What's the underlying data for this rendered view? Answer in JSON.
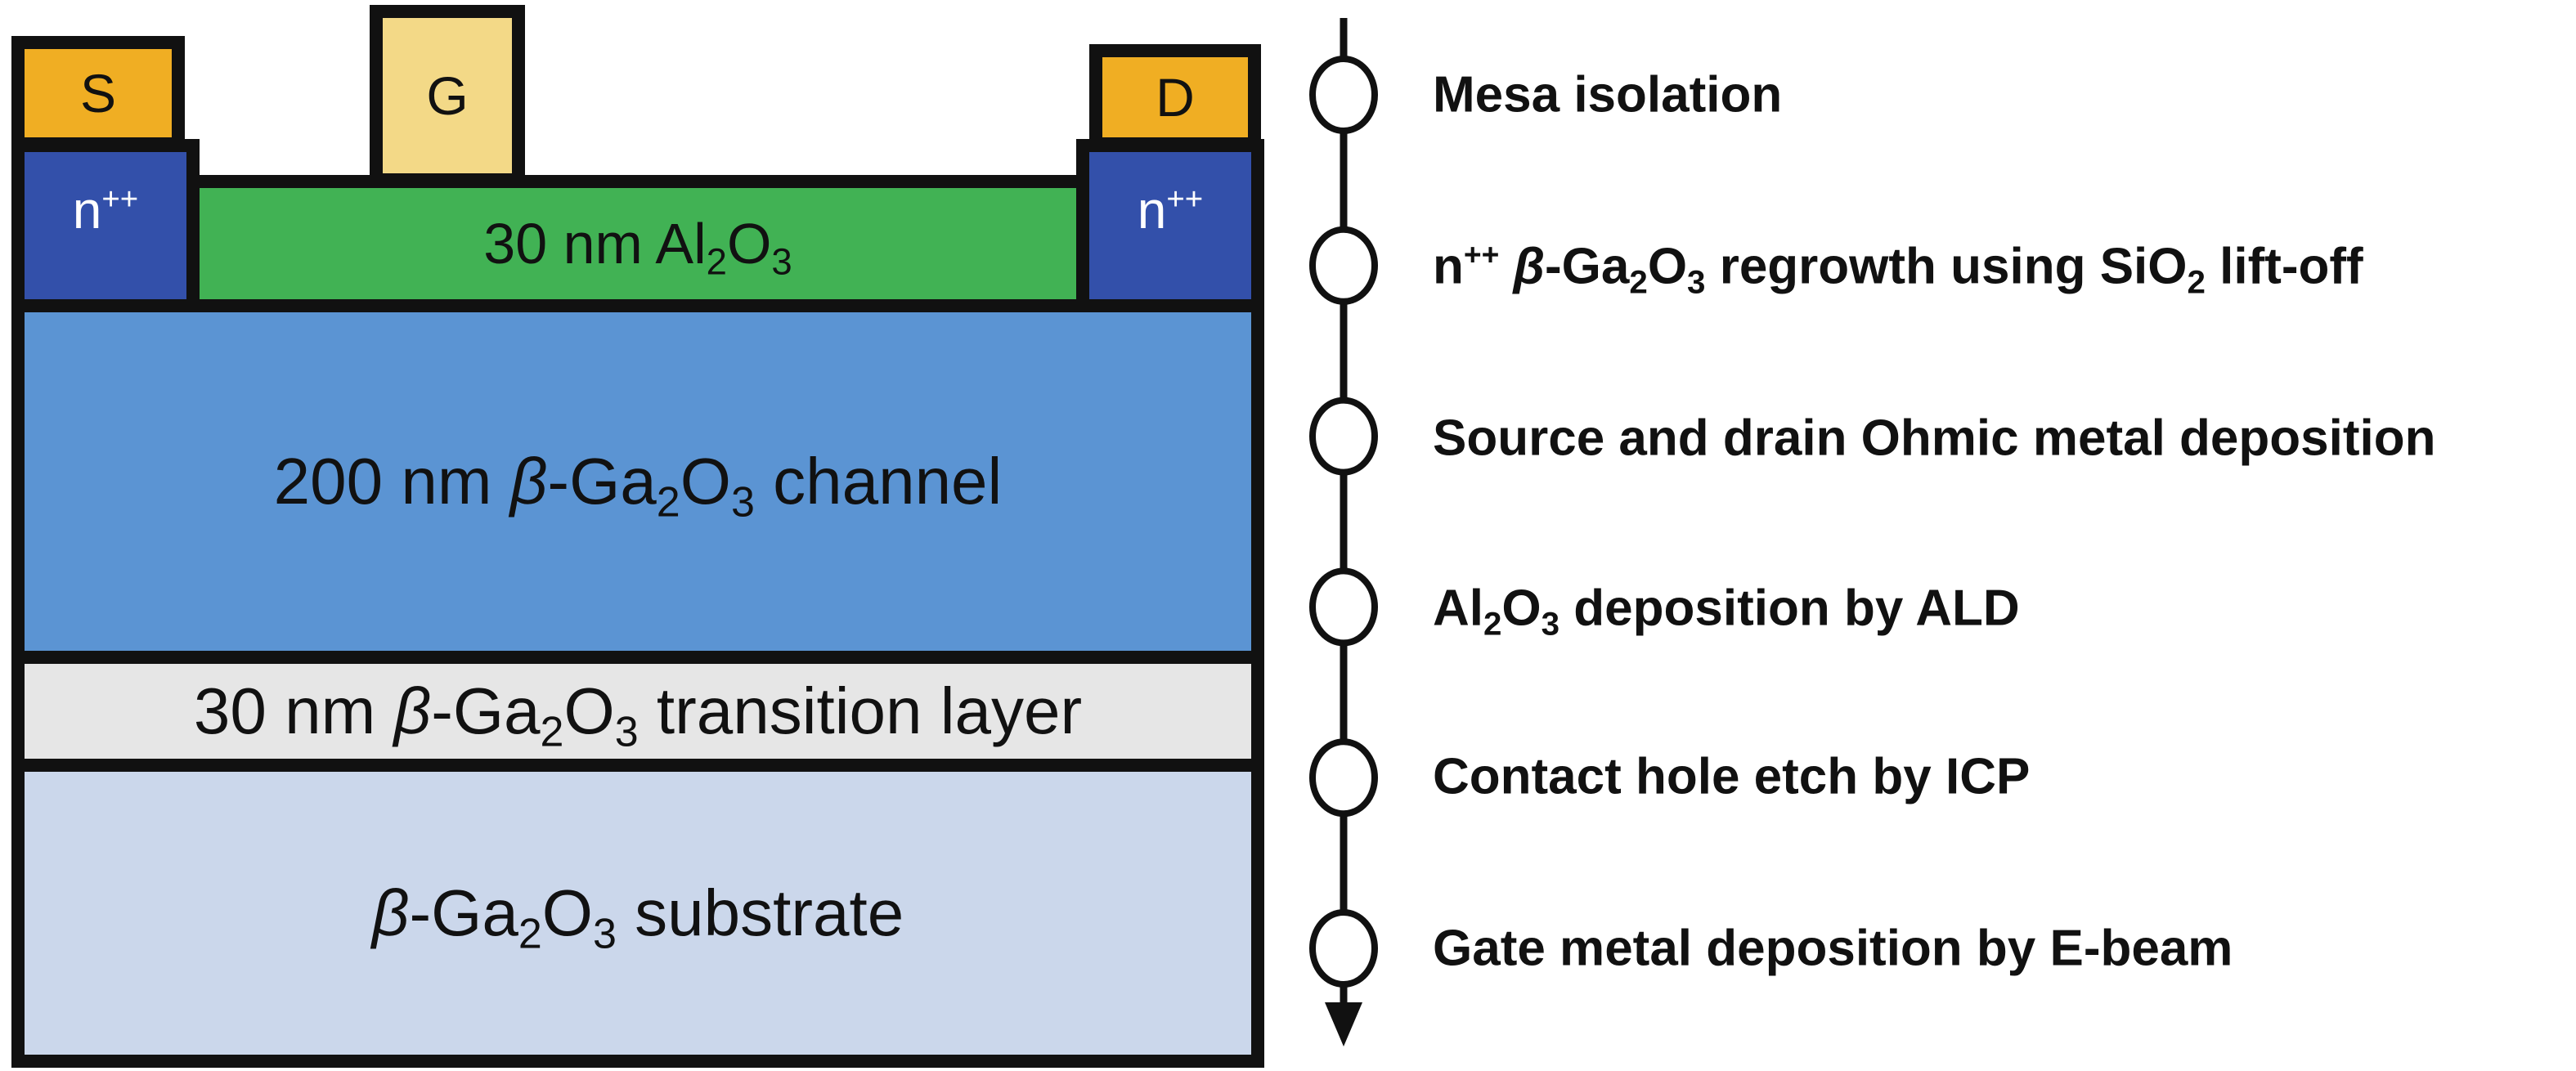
{
  "figure": {
    "device_cross_section": {
      "contacts": {
        "source": "S",
        "gate": "G",
        "drain": "D"
      },
      "regrowth_regions": {
        "left": {
          "base": "n",
          "superscript": "++"
        },
        "right": {
          "base": "n",
          "superscript": "++"
        }
      },
      "layers": {
        "gate_oxide": {
          "prefix": "30 nm Al",
          "sub1": "2",
          "mid": "O",
          "sub2": "3",
          "suffix": ""
        },
        "channel": {
          "prefix": "200 nm ",
          "beta": "β",
          "mid": "-Ga",
          "sub1": "2",
          "o": "O",
          "sub2": "3",
          "suffix": " channel"
        },
        "transition": {
          "prefix": "30 nm ",
          "beta": "β",
          "mid": "-Ga",
          "sub1": "2",
          "o": "O",
          "sub2": "3",
          "suffix": " transition layer"
        },
        "substrate": {
          "prefix": "",
          "beta": "β",
          "mid": "-Ga",
          "sub1": "2",
          "o": "O",
          "sub2": "3",
          "suffix": " substrate"
        }
      },
      "colors": {
        "source_drain_metal": "#f0ae23",
        "gate_metal": "#f3d987",
        "n_plus_plus": "#3350aa",
        "al2o3": "#41b254",
        "channel": "#5b94d3",
        "transition": "#e6e6e6",
        "substrate": "#cbd7eb",
        "outline": "#111111"
      }
    },
    "process_flow": {
      "steps": [
        {
          "text": "Mesa isolation"
        },
        {
          "n": "n",
          "sup": "++",
          "beta": "β",
          "a": "-Ga",
          "s1": "2",
          "b": "O",
          "s2": "3",
          "c": " regrowth using SiO",
          "s3": "2",
          "d": " lift-off"
        },
        {
          "text": "Source and drain Ohmic metal deposition"
        },
        {
          "a": "Al",
          "s1": "2",
          "b": "O",
          "s2": "3",
          "c": " deposition by ALD"
        },
        {
          "text": "Contact hole etch by ICP"
        },
        {
          "text": "Gate metal deposition by E-beam"
        }
      ]
    }
  }
}
